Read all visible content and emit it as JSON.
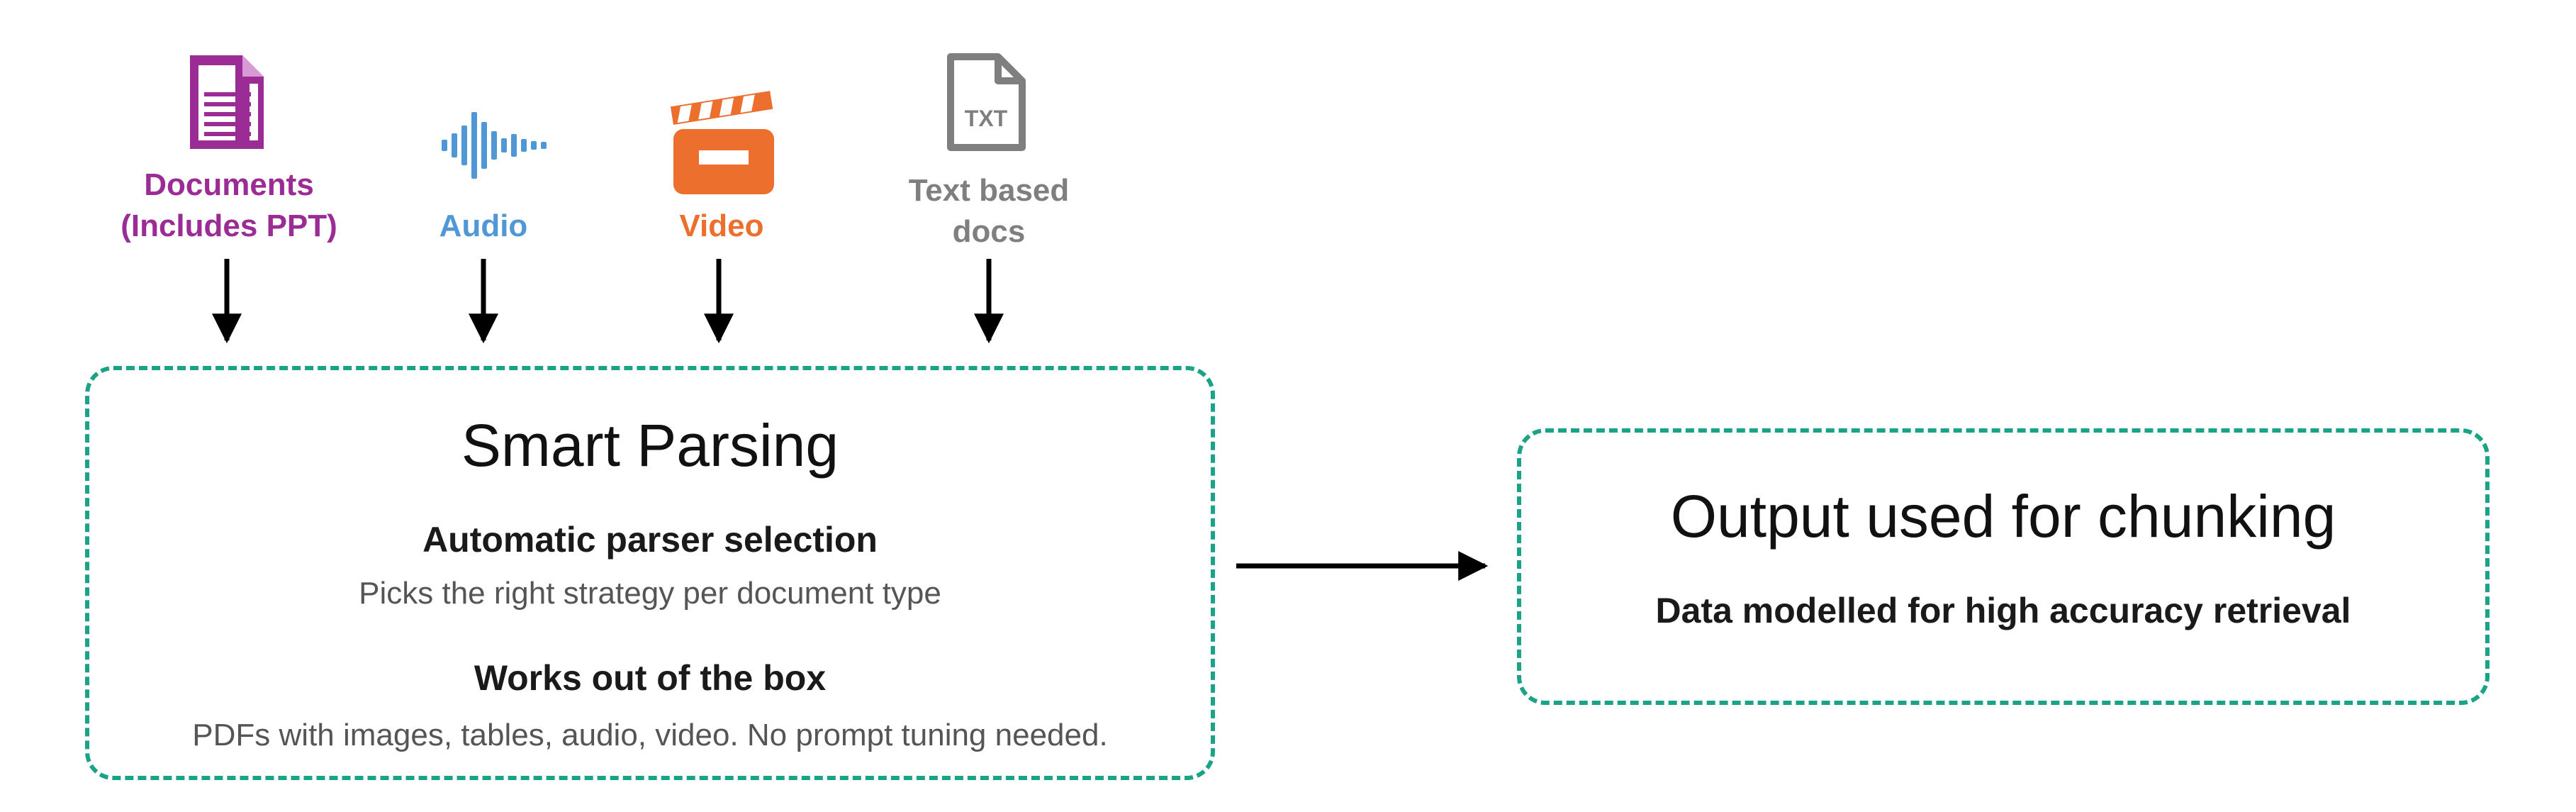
{
  "colors": {
    "documents": "#9b2c96",
    "audio": "#4f97d6",
    "video": "#ec6f2e",
    "text_docs": "#7f7f7f",
    "box_border": "#1aa386",
    "arrow": "#000000"
  },
  "sources": [
    {
      "id": "documents",
      "icon": "document-icon",
      "label_lines": [
        "Documents",
        "(Includes PPT)"
      ]
    },
    {
      "id": "audio",
      "icon": "audio-waveform-icon",
      "label_lines": [
        "Audio"
      ]
    },
    {
      "id": "video",
      "icon": "clapperboard-icon",
      "label_lines": [
        "Video"
      ]
    },
    {
      "id": "text_docs",
      "icon": "txt-file-icon",
      "icon_text": "TXT",
      "label_lines": [
        "Text based",
        "docs"
      ]
    }
  ],
  "smart_parsing": {
    "title": "Smart Parsing",
    "items": [
      {
        "title": "Automatic parser selection",
        "description": "Picks the right strategy per document type"
      },
      {
        "title": "Works out of the box",
        "description": "PDFs with images, tables, audio, video. No prompt tuning needed."
      }
    ]
  },
  "output": {
    "title": "Output used for chunking",
    "subtitle": "Data modelled for high accuracy retrieval"
  }
}
